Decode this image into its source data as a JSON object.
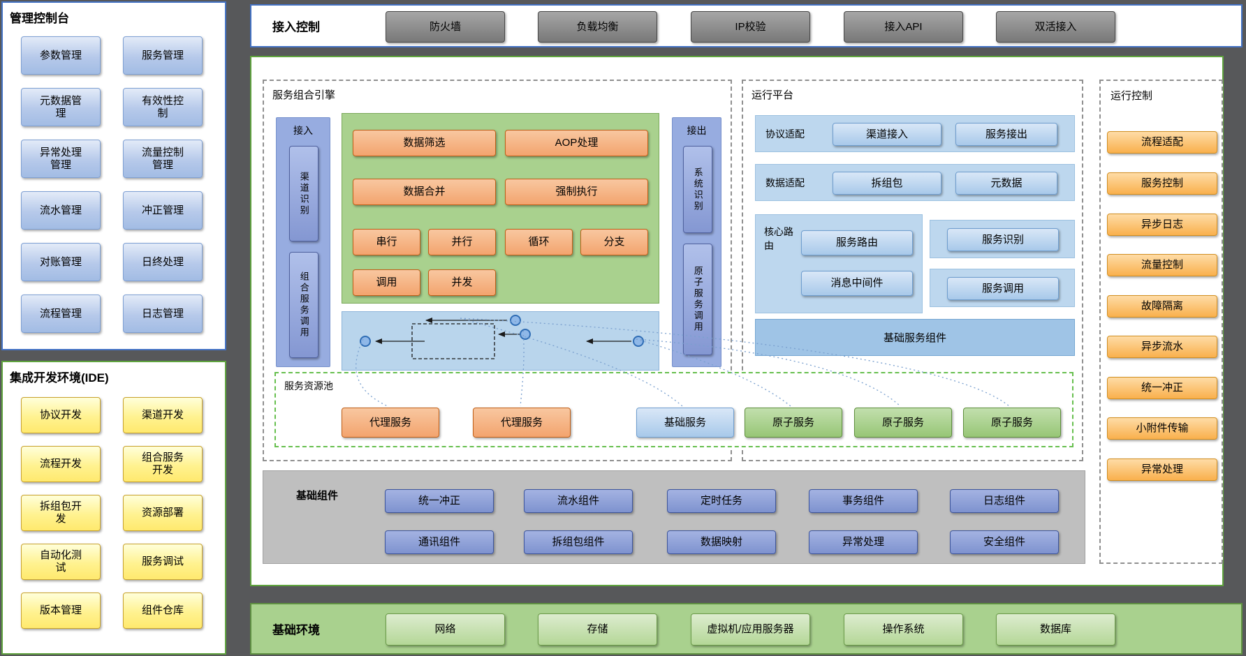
{
  "management_console": {
    "title": "管理控制台",
    "items": [
      "参数管理",
      "服务管理",
      "元数据管理",
      "有效性控制",
      "异常处理管理",
      "流量控制管理",
      "流水管理",
      "冲正管理",
      "对账管理",
      "日终处理",
      "流程管理",
      "日志管理"
    ]
  },
  "ide": {
    "title": "集成开发环境(IDE)",
    "items": [
      "协议开发",
      "渠道开发",
      "流程开发",
      "组合服务开发",
      "拆组包开发",
      "资源部署",
      "自动化测试",
      "服务调试",
      "版本管理",
      "组件仓库"
    ]
  },
  "access_control": {
    "title": "接入控制",
    "items": [
      "防火墙",
      "负载均衡",
      "IP校验",
      "接入API",
      "双活接入"
    ]
  },
  "composition_engine": {
    "title": "服务组合引擎",
    "inbound": {
      "label": "接入",
      "items": [
        "渠道识别",
        "组合服务调用"
      ]
    },
    "outbound": {
      "label": "接出",
      "items": [
        "系统识别",
        "原子服务调用"
      ]
    },
    "operations": [
      "数据筛选",
      "AOP处理",
      "数据合并",
      "强制执行",
      "串行",
      "并行",
      "循环",
      "分支",
      "调用",
      "并发"
    ]
  },
  "runtime_platform": {
    "title": "运行平台",
    "protocol_adapter": {
      "label": "协议适配",
      "items": [
        "渠道接入",
        "服务接出"
      ]
    },
    "data_adapter": {
      "label": "数据适配",
      "items": [
        "拆组包",
        "元数据"
      ]
    },
    "core_routing": {
      "label": "核心路由",
      "items": [
        "服务路由",
        "消息中间件"
      ]
    },
    "service_identify": "服务识别",
    "service_call": "服务调用",
    "base_bar": "基础服务组件"
  },
  "resource_pool": {
    "title": "服务资源池",
    "items": [
      "代理服务",
      "代理服务",
      "基础服务",
      "原子服务",
      "原子服务",
      "原子服务"
    ]
  },
  "base_components": {
    "title": "基础组件",
    "row1": [
      "统一冲正",
      "流水组件",
      "定时任务",
      "事务组件",
      "日志组件"
    ],
    "row2": [
      "通讯组件",
      "拆组包组件",
      "数据映射",
      "异常处理",
      "安全组件"
    ]
  },
  "runtime_control": {
    "title": "运行控制",
    "items": [
      "流程适配",
      "服务控制",
      "异步日志",
      "流量控制",
      "故障隔离",
      "异步流水",
      "统一冲正",
      "小附件传输",
      "异常处理"
    ]
  },
  "base_environment": {
    "title": "基础环境",
    "items": [
      "网络",
      "存储",
      "虚拟机/应用服务器",
      "操作系统",
      "数据库"
    ]
  },
  "colors": {
    "accent_blue": "#4472c4",
    "accent_green": "#5fa33e",
    "background_gray": "#57585a"
  }
}
